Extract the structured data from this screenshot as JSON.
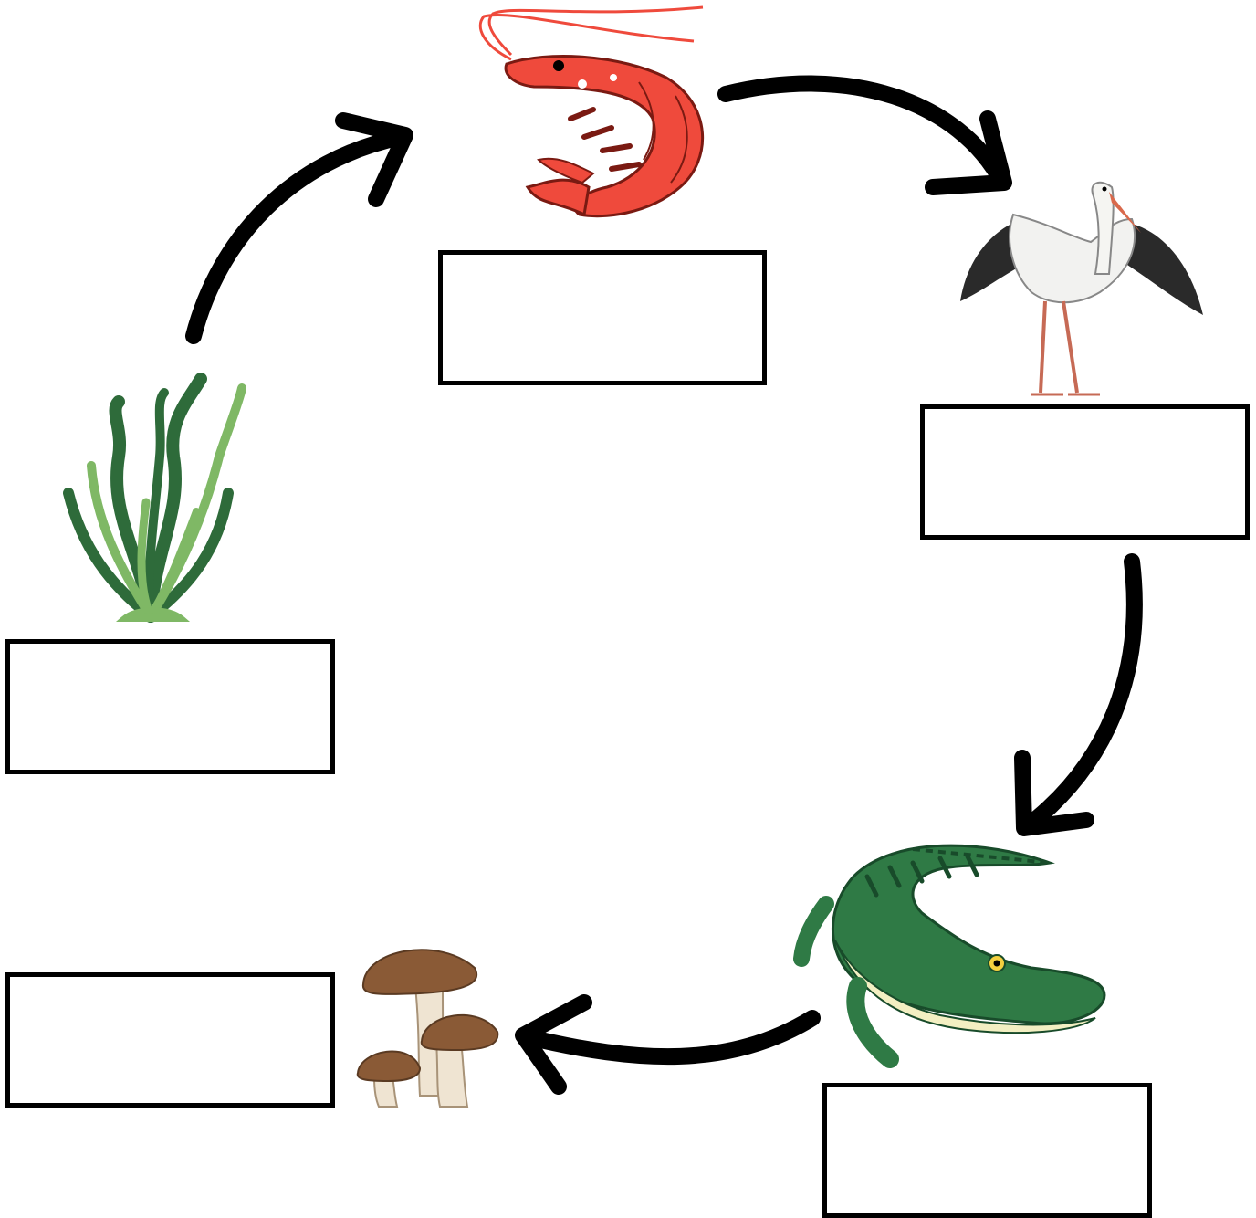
{
  "diagram": {
    "type": "food-chain-cycle",
    "organisms": [
      {
        "id": "seaweed",
        "icon": "seaweed-icon",
        "role": "producer",
        "label": ""
      },
      {
        "id": "shrimp",
        "icon": "shrimp-icon",
        "role": "primary-consumer",
        "label": ""
      },
      {
        "id": "stork",
        "icon": "stork-icon",
        "role": "secondary-consumer",
        "label": ""
      },
      {
        "id": "crocodile",
        "icon": "crocodile-icon",
        "role": "tertiary-consumer",
        "label": ""
      },
      {
        "id": "mushrooms",
        "icon": "mushroom-icon",
        "role": "decomposer",
        "label": ""
      }
    ],
    "flow": [
      {
        "from": "seaweed",
        "to": "shrimp"
      },
      {
        "from": "shrimp",
        "to": "stork"
      },
      {
        "from": "stork",
        "to": "crocodile"
      },
      {
        "from": "crocodile",
        "to": "mushrooms"
      }
    ],
    "colors": {
      "arrow": "#000000",
      "box_border": "#000000",
      "shrimp": "#ef4a3c",
      "seaweed_dark": "#2e6b3a",
      "seaweed_light": "#7fb865",
      "crocodile": "#2f7a45",
      "crocodile_belly": "#f3efc2",
      "mushroom_cap": "#8a5a36",
      "mushroom_stem": "#efe4d2"
    }
  }
}
